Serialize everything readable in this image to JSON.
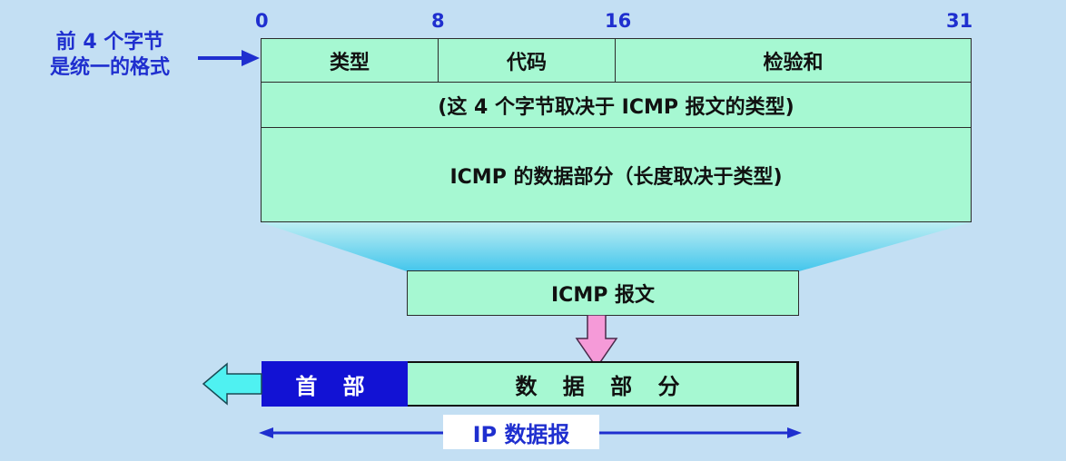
{
  "side_note": {
    "line1": "前 4 个字节",
    "line2": "是统一的格式"
  },
  "bit_positions": [
    "0",
    "8",
    "16",
    "31"
  ],
  "header_row": {
    "type": "类型",
    "code": "代码",
    "checksum": "检验和"
  },
  "row2": "(这 4 个字节取决于 ICMP 报文的类型)",
  "row3": "ICMP 的数据部分（长度取决于类型)",
  "icmp_message": "ICMP 报文",
  "ip_datagram": {
    "header": "首 部",
    "data": "数 据 部 分",
    "label": "IP 数据报"
  },
  "colors": {
    "background": "#c3dff3",
    "cell_fill": "#a6f8d2",
    "header_fill": "#1212d4",
    "text_blue": "#1f2fcf",
    "pink_arrow": "#f59ad8",
    "cyan_arrow": "#4ff1f1"
  }
}
